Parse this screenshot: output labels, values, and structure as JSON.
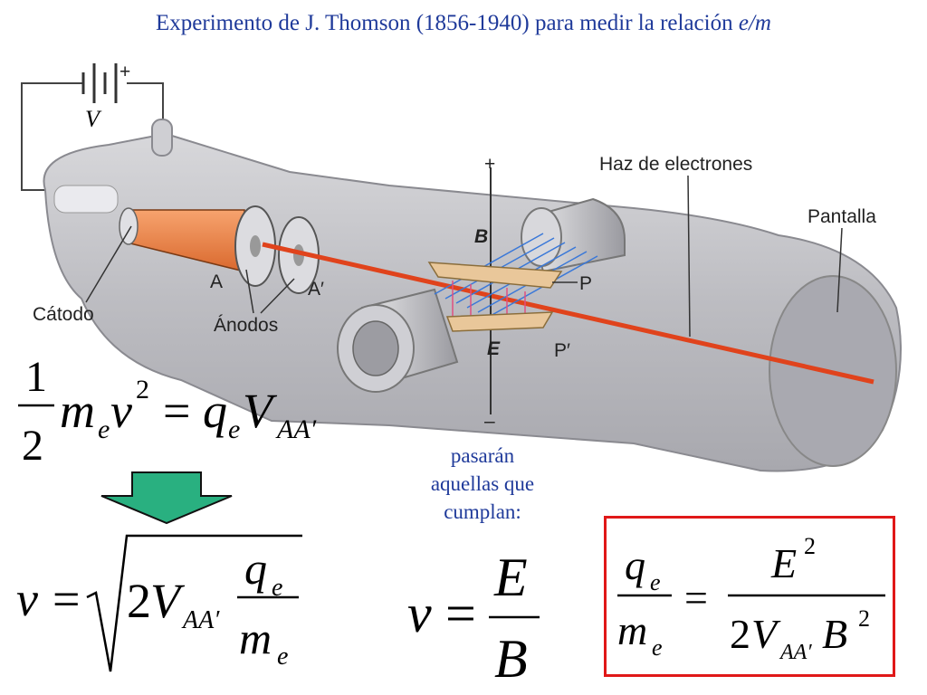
{
  "title": {
    "text": "Experimento de J. Thomson (1856-1940) para medir la relación ",
    "ratio": "e/m",
    "color": "#1f3a9a"
  },
  "labels": {
    "voltage": "V",
    "plus_battery": "+",
    "plus_field": "+",
    "minus_field": "–",
    "beam": "Haz de electrones",
    "screen": "Pantalla",
    "cathode": "Cátodo",
    "anode_a": "A",
    "anode_a_prime": "A′",
    "anodes": "Ánodos",
    "b_field": "B",
    "plate_p": "P",
    "plate_p_prime": "P′",
    "e_field": "E"
  },
  "note": {
    "line1": "pasarán",
    "line2": "aquellas que",
    "line3": "cumplan:"
  },
  "equations": {
    "energy": {
      "num": "1",
      "den": "2",
      "m": "m",
      "e_sub": "e",
      "v": "v",
      "sq": "2",
      "eq": "=",
      "q": "q",
      "q_sub": "e",
      "V": "V",
      "V_sub": "AA′"
    },
    "velocity": {
      "v": "v",
      "eq": "=",
      "two": "2",
      "V": "V",
      "V_sub": "AA′",
      "q": "q",
      "q_sub": "e",
      "m": "m",
      "m_sub": "e"
    },
    "ratio_ve": {
      "v": "v",
      "eq": "=",
      "E": "E",
      "B": "B"
    },
    "result": {
      "q": "q",
      "q_sub": "e",
      "m": "m",
      "m_sub": "e",
      "eq": "=",
      "E": "E",
      "E_sup": "2",
      "two": "2",
      "V": "V",
      "V_sub": "AA′",
      "B": "B",
      "B_sup": "2"
    }
  },
  "colors": {
    "beam": "#e0431c",
    "arrow": "#29b080",
    "highlight_box": "#e01818",
    "field_lines_b": "#3a78d8",
    "field_lines_e": "#e05080",
    "cathode": "#f0874a",
    "glass": "#c4c4c8"
  }
}
